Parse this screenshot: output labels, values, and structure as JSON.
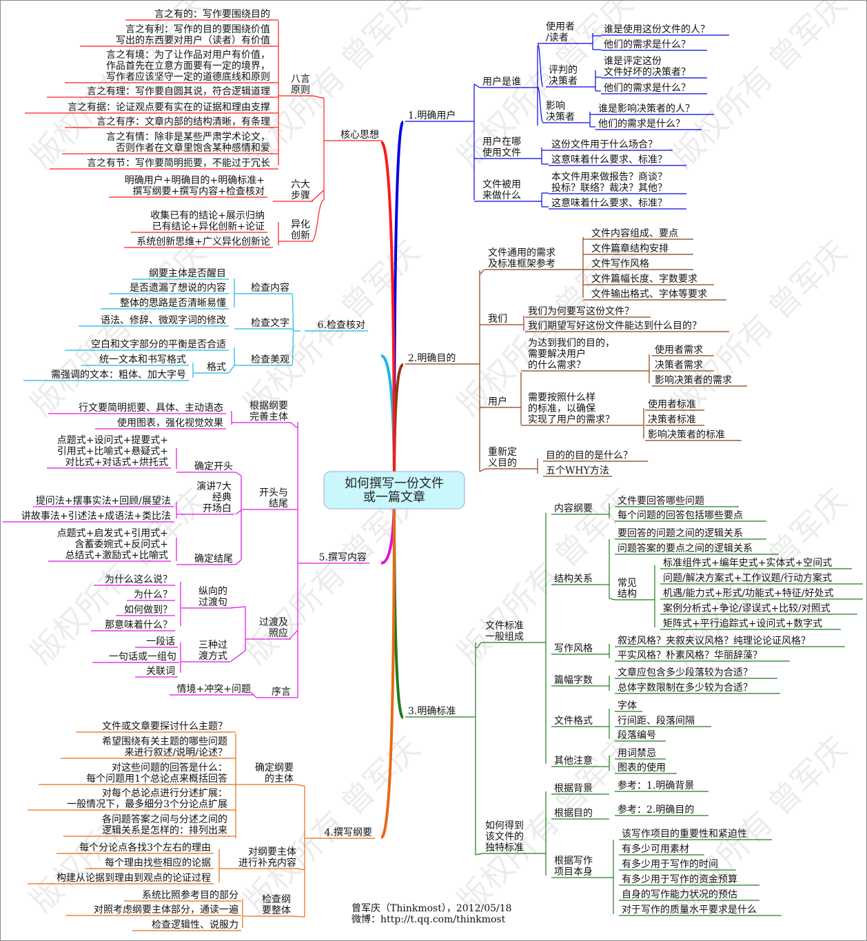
{
  "root": {
    "lines": [
      "如何撰写一份文件",
      "或一篇文章"
    ]
  },
  "colors": {
    "root_fill": "#c9f7fb",
    "b1": "#0000e6",
    "b2": "#8b3a10",
    "b3": "#1e7a1e",
    "b4": "#e86a12",
    "b5": "#e010e0",
    "b6": "#18b7e6",
    "core": "#ff1a1a",
    "spine_core": "#ff1a1a"
  },
  "watermark": "版权所有 曾军庆",
  "credit": {
    "line1": "曾军庆（Thinkmost），2012/05/18",
    "line2": "微博：http://t.qq.com/thinkmost"
  },
  "branches": {
    "b1": {
      "label": "1.明确用户",
      "users": "用户是谁",
      "user_reader": [
        "使用者",
        "/读者"
      ],
      "q1": "谁是使用这份文件的人？",
      "q2": "他们的需求是什么？",
      "judge": [
        "评判的",
        "决策者"
      ],
      "q3": [
        "谁是评定这份",
        "文件好坏的决策者？"
      ],
      "q4": "他们的需求是什么？",
      "influence": [
        "影响",
        "决策者"
      ],
      "q5": "谁是影响决策者的人？",
      "q6": "他们的需求是什么？",
      "where": [
        "用户在哪",
        "使用文件"
      ],
      "q7": "这份文件用于什么场合？",
      "q8": "这意味着什么要求、标准？",
      "what": [
        "文件被用",
        "来做什么"
      ],
      "q9": [
        "本文件用来做报告？商谈？",
        "投标？联络？裁决？其他？"
      ],
      "q10": "这意味着什么要求、标准？"
    },
    "b2": {
      "label": "2.明确目的",
      "general": [
        "文件通用的需求",
        "及标准框架参考"
      ],
      "g": [
        "文件内容组成、要点",
        "文件篇章结构安排",
        "文件写作风格",
        "文件篇幅长度、字数要求",
        "文件输出格式、字体等要求"
      ],
      "we": "我们",
      "we_q": [
        "我们为何要写这份文件？",
        "我们期望写好这份文件能达到什么目的？"
      ],
      "user": "用户",
      "need": [
        "为达到我们的目的，",
        "需要解决用户",
        "的什么需求？"
      ],
      "need_items": [
        "使用者需求",
        "决策者需求",
        "影响决策者的需求"
      ],
      "std": [
        "需要按照什么样",
        "的标准，以确保",
        "实现了用户的需求？"
      ],
      "std_items": [
        "使用者标准",
        "决策者标准",
        "影响决策者的标准"
      ],
      "redefine": [
        "重新定",
        "义目的"
      ],
      "re_items": [
        "目的的目的是什么？",
        "五个WHY方法"
      ]
    },
    "b3": {
      "label": "3.明确标准",
      "general": [
        "文件标准",
        "一般组成"
      ],
      "outline": "内容纲要",
      "outline_items": [
        "文件要回答哪些问题",
        "每个问题的回答包括哪些要点"
      ],
      "struct": "结构关系",
      "struct_items": [
        "要回答的问题之间的逻辑关系",
        "问题答案的要点之间的逻辑关系"
      ],
      "common": [
        "常见",
        "结构"
      ],
      "common_items": [
        "标准组件式+编年史式+实体式+空间式",
        "问题/解决方案式+工作议题/行动方案式",
        "机遇/能力式+形式/功能式+特征/好处式",
        "案例分析式+争论/谬误式+比较/对照式",
        "矩阵式+平行追踪式+设问式+数字式"
      ],
      "style": "写作风格",
      "style_items": [
        "叙述风格？夹叙夹议风格？纯理论论证风格？",
        "平实风格？朴素风格？华丽辞藻？"
      ],
      "length": "篇幅字数",
      "length_items": [
        "文章应包含多少段落较为合适？",
        "总体字数限制在多少较为合适？"
      ],
      "format": "文件格式",
      "format_items": [
        "字体",
        "行间距、段落间隔",
        "段落编号"
      ],
      "other": "其他注意",
      "other_items": [
        "用词禁忌",
        "图表的使用"
      ],
      "unique": [
        "如何得到",
        "该文件的",
        "独特标准"
      ],
      "bg": "根据背景",
      "bg_item": "参考：1.明确背景",
      "purpose": "根据目的",
      "purpose_item": "参考：2.明确目的",
      "project": [
        "根据写作",
        "项目本身"
      ],
      "project_items": [
        "该写作项目的重要性和紧迫性",
        "有多少可用素材",
        "有多少用于写作的时间",
        "有多少用于写作的资金预算",
        "自身的写作能力状况的预估",
        "对于写作的质量水平要求是什么"
      ]
    },
    "b4": {
      "label": "4.撰写纲要",
      "main": [
        "确定纲要",
        "的主体"
      ],
      "main_items": [
        [
          "文件或文章要探讨什么主题？"
        ],
        [
          "希望围绕有关主题的哪些问题",
          "来进行叙述/说明/论述？"
        ],
        [
          "对这些问题的回答是什么：",
          "每个问题用1个总论点来概括回答"
        ],
        [
          "对每个总论点进行分述扩展：",
          "一般情况下，最多细分3个分论点扩展"
        ],
        [
          "各问题答案之间与分述之间的",
          "逻辑关系是怎样的：排列出来"
        ]
      ],
      "supp": [
        "对纲要主体",
        "进行补充内容"
      ],
      "supp_items": [
        "每个分论点各找3个左右的理由",
        "每个理由找些相应的论据",
        "构建从论据到理由到观点的论证过程"
      ],
      "check": [
        "检查纲",
        "要整体"
      ],
      "check_items": [
        "系统比照参考目的部分",
        "对照考虑纲要主体部分，通读一遍",
        "检查逻辑性、说服力"
      ]
    },
    "b5": {
      "label": "5.撰写内容",
      "basis": [
        "根据纲要",
        "完善主体"
      ],
      "basis_items": [
        "行文要简明扼要、具体、主动语态",
        "使用图表，强化视觉效果"
      ],
      "begin": [
        "开头与",
        "结尾"
      ],
      "open": "确定开头",
      "open_items": [
        "点题式+设问式+提要式+",
        "引用式+比喻式+悬疑式+",
        "对比式+对话式+烘托式"
      ],
      "speech": [
        "演讲7大",
        "经典",
        "开场白"
      ],
      "speech_items": [
        "提问法+摆事实法+回顾/展望法",
        "讲故事法+引述法+成语法+类比法"
      ],
      "end": "确定结尾",
      "end_items": [
        "点题式+启发式+引用式+",
        "含蓄委婉式+反问式+",
        "总结式+激励式+比喻式"
      ],
      "trans": [
        "过渡及",
        "照应"
      ],
      "vert": [
        "纵向的",
        "过渡句"
      ],
      "vert_items": [
        "为什么这么说？",
        "为什么？",
        "如何做到？",
        "那意味着什么？"
      ],
      "three": [
        "三种过",
        "渡方式"
      ],
      "three_items": [
        "一段话",
        "一句话或一组句",
        "关联词"
      ],
      "preface": "序言",
      "preface_item": "情境+冲突+问题"
    },
    "b6": {
      "label": "6.检查核对",
      "content": "检查内容",
      "content_items": [
        "纲要主体是否醒目",
        "是否遗漏了想说的内容",
        "整体的思路是否清晰易懂"
      ],
      "text": "检查文字",
      "text_items": [
        "语法、修辞、微观字词的修改"
      ],
      "look": "检查美观",
      "look_items": [
        "空白和文字部分的平衡是否合适"
      ],
      "fmt": "格式",
      "fmt_items": [
        "统一文本和书写格式",
        "需强调的文本：粗体、加大字号"
      ]
    },
    "core": {
      "label": "核心思想",
      "eight": [
        "八言",
        "原则"
      ],
      "eight_items": [
        [
          "言之有的：写作要围绕目的"
        ],
        [
          "言之有利：写作的目的要围绕价值",
          "写出的东西要对用户（读者）有价值"
        ],
        [
          "言之有境：为了让作品对用户有价值，",
          "作品首先在立意方面要有一定的境界，",
          "写作者应该坚守一定的道德底线和原则"
        ],
        [
          "言之有理：写作要自圆其说，符合逻辑道理"
        ],
        [
          "言之有据：论证观点要有实在的证据和理由支撑"
        ],
        [
          "言之有序：文章内部的结构清晰，有条理"
        ],
        [
          "言之有情：除非是某些严肃学术论文，",
          "否则作者在文章里饱含某种感情和爱"
        ],
        [
          "言之有节：写作要简明扼要，不能过于冗长"
        ]
      ],
      "six": [
        "六大",
        "步骤"
      ],
      "six_items": [
        "明确用户+明确目的+明确标准+",
        "撰写纲要+撰写内容+检查核对"
      ],
      "diff": [
        "异化",
        "创新"
      ],
      "diff_items": [
        [
          "收集已有的结论+展示归纳",
          "已有结论+异化创新+论证"
        ],
        [
          "系统创新思维+广义异化创新论"
        ]
      ]
    }
  }
}
